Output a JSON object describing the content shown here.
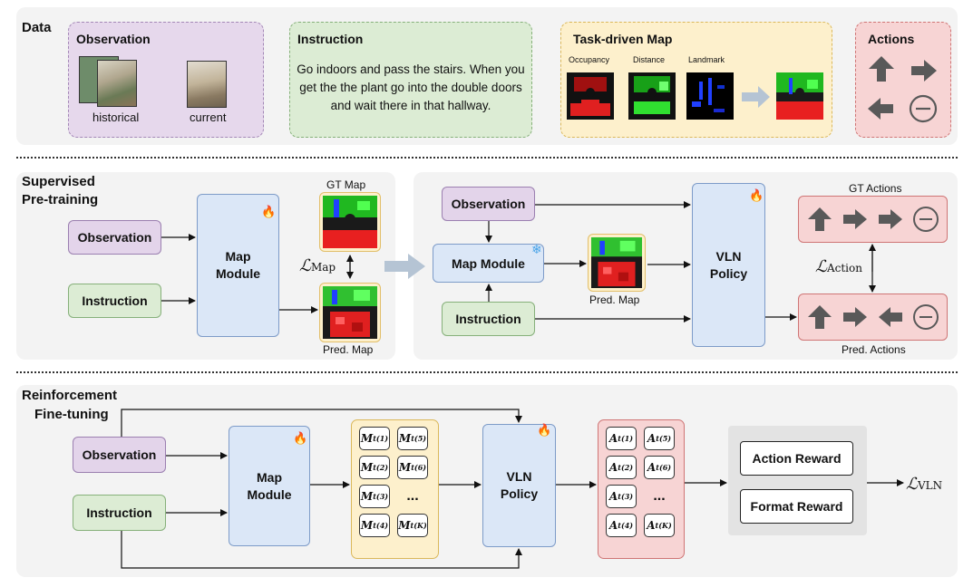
{
  "sections": {
    "data": "Data",
    "pretrain_line1": "Supervised",
    "pretrain_line2": "Pre-training",
    "rl_line1": "Reinforcement",
    "rl_line2": "Fine-tuning"
  },
  "data_row": {
    "observation": {
      "title": "Observation",
      "historical": "historical",
      "current": "current"
    },
    "instruction": {
      "title": "Instruction",
      "text": "Go indoors and pass the stairs. When you get the the plant go into the double doors and wait there in that hallway."
    },
    "task_map": {
      "title": "Task-driven Map",
      "occupancy": "Occupancy",
      "distance": "Distance",
      "landmark": "Landmark"
    },
    "actions": {
      "title": "Actions"
    }
  },
  "pretrain": {
    "observation": "Observation",
    "instruction": "Instruction",
    "map_module": "Map Module",
    "gt_map": "GT Map",
    "pred_map": "Pred. Map",
    "loss_map": "ℒ",
    "loss_map_sub": "Map",
    "observation_r": "Observation",
    "map_module_r": "Map Module",
    "instruction_r": "Instruction",
    "pred_map_r": "Pred. Map",
    "vln_policy_1": "VLN",
    "vln_policy_2": "Policy",
    "gt_actions": "GT Actions",
    "pred_actions": "Pred. Actions",
    "loss_action": "ℒ",
    "loss_action_sub": "Action"
  },
  "rl": {
    "observation": "Observation",
    "instruction": "Instruction",
    "map_module_1": "Map",
    "map_module_2": "Module",
    "vln_policy_1": "VLN",
    "vln_policy_2": "Policy",
    "m_tokens": [
      "(1)",
      "(5)",
      "(2)",
      "(6)",
      "(3)",
      "...",
      "(4)",
      "(K)"
    ],
    "a_tokens": [
      "(1)",
      "(5)",
      "(2)",
      "(6)",
      "(3)",
      "...",
      "(4)",
      "(K)"
    ],
    "m_letter": "M",
    "a_letter": "A",
    "sub_t": "t",
    "action_reward": "Action Reward",
    "format_reward": "Format Reward",
    "loss_vln": "ℒ",
    "loss_vln_sub": "VLN"
  },
  "icons": {
    "flame": "fire-icon",
    "snowflake": "snowflake-icon",
    "arrow_up": "arrow-up-icon",
    "arrow_right": "arrow-right-icon",
    "arrow_left": "arrow-left-icon",
    "stop": "stop-circle-icon"
  },
  "colors": {
    "observation": "#e3d4ea",
    "instruction": "#dcecd4",
    "module": "#dbe7f7",
    "map": "#fdf0cc",
    "actions": "#f7d4d4"
  }
}
